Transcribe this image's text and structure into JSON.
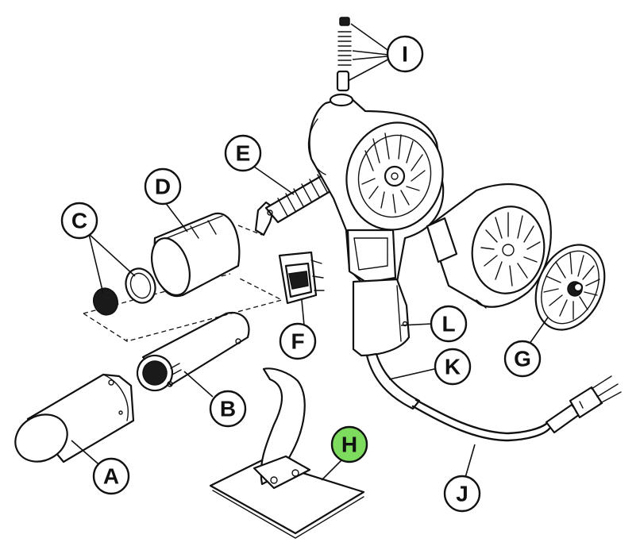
{
  "callouts": [
    {
      "id": "A",
      "label": "A"
    },
    {
      "id": "B",
      "label": "B"
    },
    {
      "id": "C",
      "label": "C"
    },
    {
      "id": "D",
      "label": "D"
    },
    {
      "id": "E",
      "label": "E"
    },
    {
      "id": "F",
      "label": "F"
    },
    {
      "id": "G",
      "label": "G"
    },
    {
      "id": "H",
      "label": "H",
      "highlighted": true
    },
    {
      "id": "I",
      "label": "I"
    },
    {
      "id": "J",
      "label": "J"
    },
    {
      "id": "K",
      "label": "K"
    },
    {
      "id": "L",
      "label": "L"
    }
  ],
  "colors": {
    "line": "#111111",
    "background": "#ffffff",
    "callout_fill": "#ffffff",
    "highlight_fill": "#7ddc5e"
  }
}
